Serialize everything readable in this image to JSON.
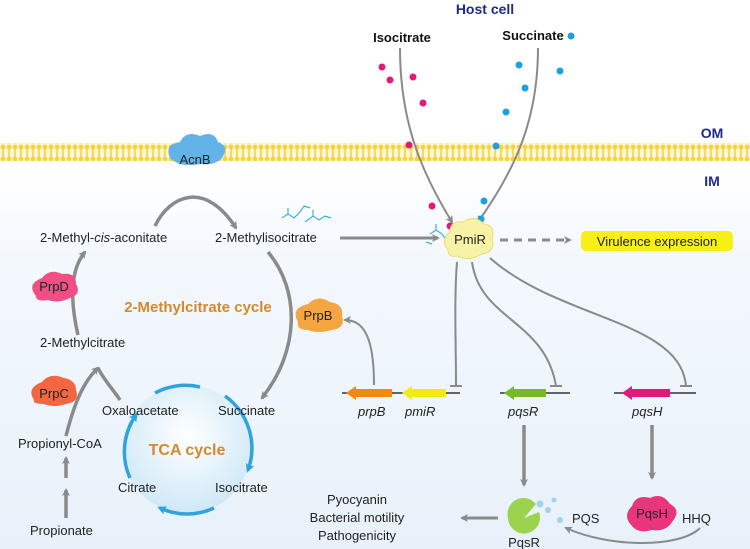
{
  "labels": {
    "host_cell": "Host cell",
    "om": "OM",
    "im": "IM",
    "isocitrate_top": "Isocitrate",
    "succinate_top": "Succinate",
    "acnb": "AcnB",
    "methyl_cis_aconitate_prefix": "2-Methyl-",
    "methyl_cis_aconitate_italic": "cis",
    "methyl_cis_aconitate_suffix": "-aconitate",
    "methylisocitrate": "2-Methylisocitrate",
    "pmir_protein": "PmiR",
    "virulence_expression": "Virulence expression",
    "prpd": "PrpD",
    "methylcitrate_cycle": "2-Methylcitrate cycle",
    "prpb_protein": "PrpB",
    "methylcitrate": "2-Methylcitrate",
    "prpc": "PrpC",
    "oxaloacetate": "Oxaloacetate",
    "succinate_cycle": "Succinate",
    "propionyl_coa": "Propionyl-CoA",
    "tca_cycle": "TCA cycle",
    "citrate": "Citrate",
    "isocitrate_cycle": "Isocitrate",
    "propionate": "Propionate",
    "gene_prpb": "prpB",
    "gene_pmir": "pmiR",
    "gene_pqsr": "pqsR",
    "gene_pqsh": "pqsH",
    "pyocyanin": "Pyocyanin",
    "bacterial_motility": "Bacterial motility",
    "pathogenicity": "Pathogenicity",
    "pqsr_protein": "PqsR",
    "pqs": "PQS",
    "pqsh_protein": "PqsH",
    "hhq": "HHQ"
  },
  "colors": {
    "membrane": "#f7d23a",
    "arrow_grey": "#8a8a8a",
    "navy": "#1d2a8c",
    "cycle_text": "#d5892a",
    "tca_blue": "#2fa3e0",
    "magenta": "#e0197a",
    "cyan": "#1ba1e2",
    "virulence_bg": "#f8ef17",
    "prpb_gene": "#f08a12",
    "pmir_gene": "#f2ea10",
    "pqsr_gene": "#79b928",
    "pqsh_gene": "#e0197a",
    "acnb": "#63b2e8",
    "prpd": "#f24e86",
    "prpc": "#f2673f",
    "prpb_protein": "#f5a640",
    "pmir_protein": "#f8f2a6",
    "pqsr_protein": "#9bd24e",
    "pqsh_protein": "#e8357c"
  }
}
